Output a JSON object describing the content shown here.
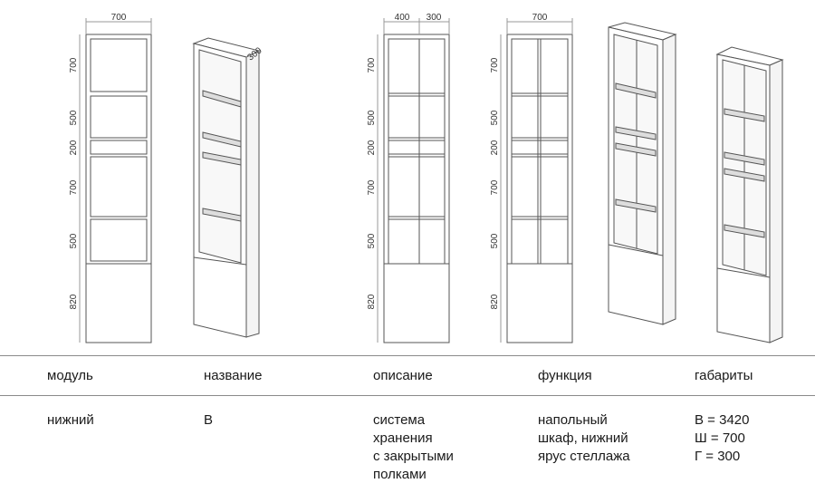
{
  "drawings": {
    "front_a": {
      "width": "700",
      "heights": [
        "700",
        "500",
        "200",
        "700",
        "500",
        "820"
      ]
    },
    "iso_depth": "300",
    "front_b": {
      "widths": [
        "400",
        "300"
      ],
      "heights": [
        "700",
        "500",
        "200",
        "700",
        "500",
        "820"
      ]
    },
    "front_c": {
      "width": "700",
      "heights": [
        "700",
        "500",
        "200",
        "700",
        "500",
        "820"
      ]
    }
  },
  "table": {
    "headers": {
      "module": "модуль",
      "name": "название",
      "description": "описание",
      "function": "функция",
      "dimensions": "габариты"
    },
    "row": {
      "module": "нижний",
      "name": "В",
      "description": [
        "система",
        "хранения",
        "с закрытыми",
        "полками"
      ],
      "function": [
        "напольный",
        "шкаф, нижний",
        "ярус стеллажа"
      ],
      "dimensions": [
        "В = 3420",
        "Ш = 700",
        "Г = 300"
      ]
    }
  }
}
